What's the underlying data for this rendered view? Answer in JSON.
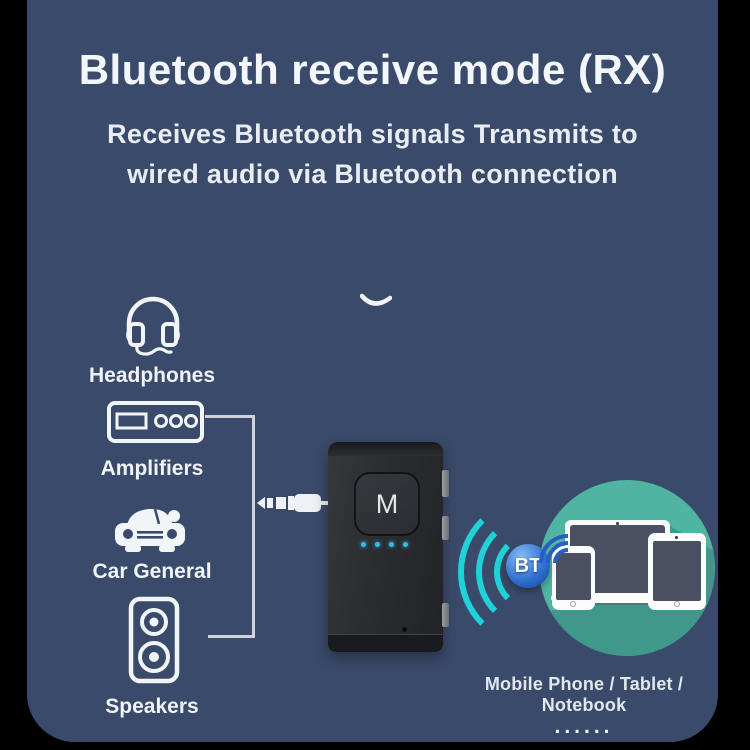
{
  "colors": {
    "frame": "#000000",
    "panel": "#3a4a6a",
    "text": "#f3f6fa",
    "line": "#cfd4da",
    "teal_circle": "#4fb5a2",
    "teal_shadow": "#3f988a",
    "cyan_signal": "#1ed2d8",
    "blue_signal": "#2a5cc2",
    "led": "#3ab7e8",
    "screen": "#4b5063"
  },
  "header": {
    "title": "Bluetooth receive mode (RX)",
    "subtitle_line1": "Receives Bluetooth signals Transmits to",
    "subtitle_line2": "wired audio via Bluetooth connection"
  },
  "sources": {
    "items": [
      {
        "label": "Headphones",
        "icon": "headphones-icon"
      },
      {
        "label": "Amplifiers",
        "icon": "amplifier-icon"
      },
      {
        "label": "Car General",
        "icon": "car-icon"
      },
      {
        "label": "Speakers",
        "icon": "speaker-icon"
      }
    ]
  },
  "receiver": {
    "mode_button_label": "M",
    "led_count": 4
  },
  "bluetooth": {
    "badge_label": "BT"
  },
  "targets": {
    "caption": "Mobile Phone / Tablet / Notebook",
    "ellipsis": "......"
  }
}
